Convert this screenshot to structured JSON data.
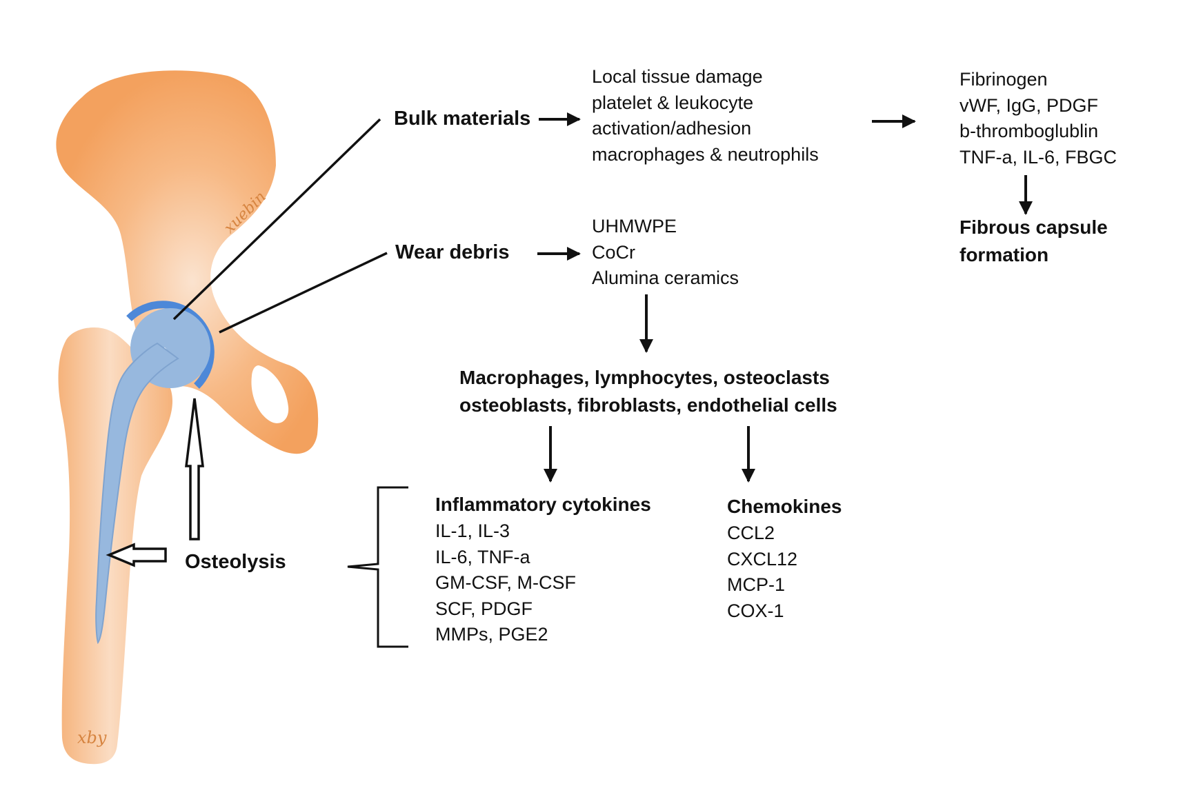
{
  "colors": {
    "bone": "#f3a15e",
    "bone_light": "#f9d2b0",
    "implant": "#97b8de",
    "implant_edge": "#4d88d8",
    "text": "#111111"
  },
  "hip": {
    "watermark_top": "xuebin",
    "watermark_bottom": "xby"
  },
  "labels": {
    "bulk": "Bulk materials",
    "wear": "Wear debris",
    "osteolysis": "Osteolysis"
  },
  "bulk_effects": {
    "lines": [
      "Local tissue damage",
      "platelet & leukocyte",
      "activation/adhesion",
      "macrophages & neutrophils"
    ]
  },
  "proteins": {
    "lines": [
      "Fibrinogen",
      "vWF, IgG, PDGF",
      "b-thromboglublin",
      "TNF-a, IL-6, FBGC"
    ]
  },
  "capsule": {
    "lines": [
      "Fibrous capsule",
      "formation"
    ]
  },
  "debris_types": {
    "lines": [
      "UHMWPE",
      "CoCr",
      "Alumina ceramics"
    ]
  },
  "cells": {
    "lines": [
      "Macrophages, lymphocytes, osteoclasts",
      "osteoblasts, fibroblasts, endothelial cells"
    ]
  },
  "cytokines": {
    "title": "Inflammatory cytokines",
    "items": [
      "IL-1, IL-3",
      "IL-6, TNF-a",
      "GM-CSF, M-CSF",
      "SCF, PDGF",
      "MMPs, PGE2"
    ]
  },
  "chemokines": {
    "title": "Chemokines",
    "items": [
      "CCL2",
      "CXCL12",
      "MCP-1",
      "COX-1"
    ]
  }
}
